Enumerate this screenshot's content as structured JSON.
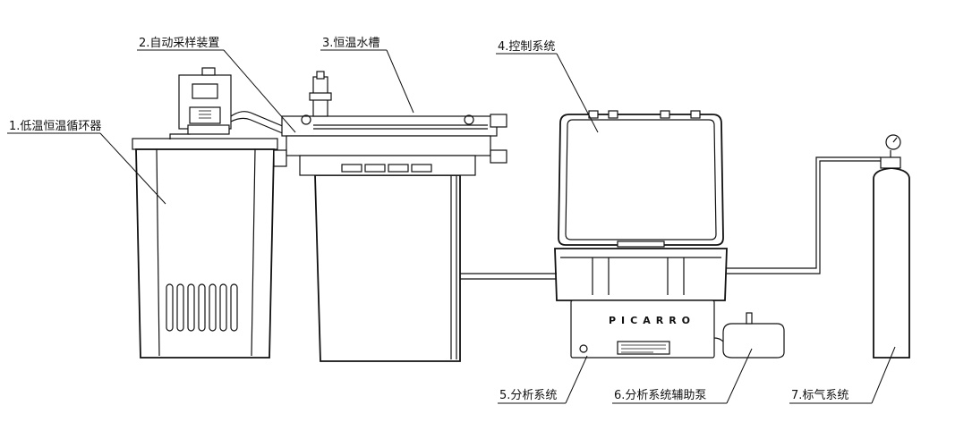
{
  "labels": {
    "circulator": "1.低温恒温循环器",
    "sampler": "2.自动采样装置",
    "water_bath": "3.恒温水槽",
    "control": "4.控制系统",
    "analyzer": "5.分析系统",
    "pump": "6.分析系统辅助泵",
    "gas": "7.标气系统"
  },
  "analyzer_brand": "PICARRO"
}
